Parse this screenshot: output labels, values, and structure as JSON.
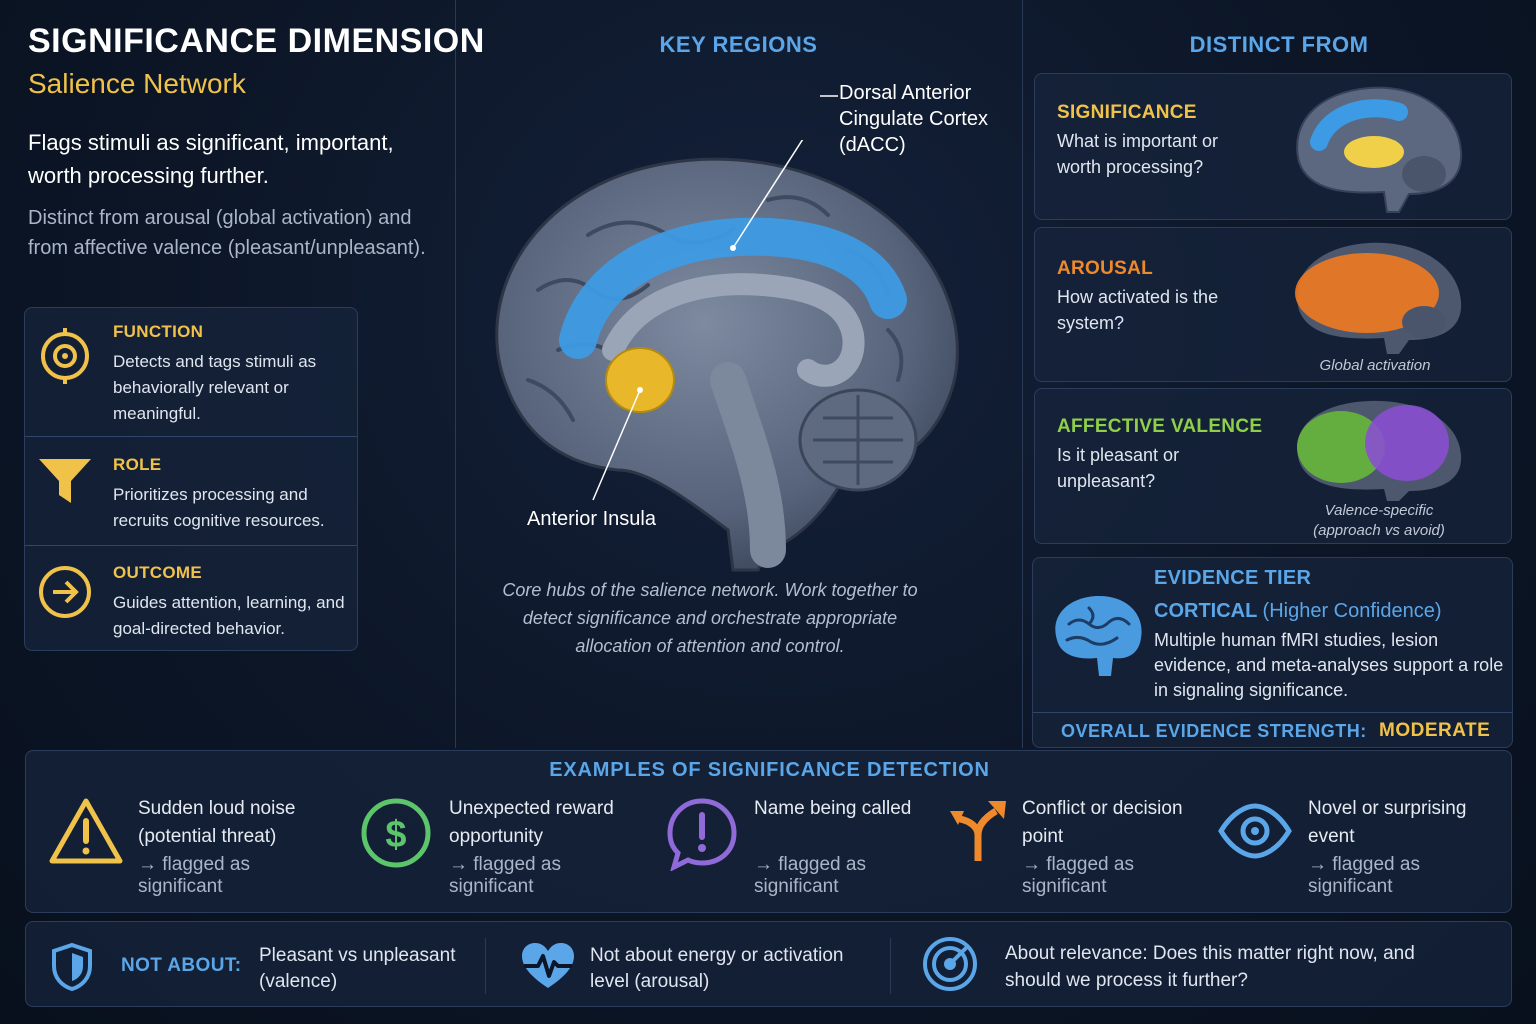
{
  "header": {
    "title": "SIGNIFICANCE DIMENSION",
    "subtitle": "Salience Network",
    "lead": "Flags stimuli as significant, important, worth processing further.",
    "note": "Distinct from arousal (global activation) and from affective valence (pleasant/unpleasant)."
  },
  "cards": [
    {
      "heading": "FUNCTION",
      "text": "Detects and tags stimuli as behaviorally relevant or meaningful.",
      "icon": "target-icon"
    },
    {
      "heading": "ROLE",
      "text": "Prioritizes processing and recruits cognitive resources.",
      "icon": "funnel-icon"
    },
    {
      "heading": "OUTCOME",
      "text": "Guides attention, learning, and goal-directed behavior.",
      "icon": "arrow-right-circle-icon"
    }
  ],
  "key_regions": {
    "heading": "KEY REGIONS",
    "label_dacc": "Dorsal Anterior Cingulate Cortex (dACC)",
    "label_insula": "Anterior Insula",
    "caption": "Core hubs of the salience network. Work together to detect significance and orchestrate appropriate allocation of attention and control.",
    "colors": {
      "dacc": "#3d9be6",
      "insula": "#e8b82a"
    }
  },
  "distinct": {
    "heading": "DISTINCT FROM",
    "items": [
      {
        "heading": "SIGNIFICANCE",
        "text": "What is important or worth processing?",
        "caption": "",
        "color": "#f0c24a"
      },
      {
        "heading": "AROUSAL",
        "text": "How activated is the system?",
        "caption": "Global activation",
        "color": "#ef8a2c"
      },
      {
        "heading": "AFFECTIVE VALENCE",
        "text": "Is it pleasant or unpleasant?",
        "caption": "Valence-specific (approach vs avoid)",
        "color": "#8fcf4a"
      }
    ]
  },
  "evidence": {
    "heading": "EVIDENCE TIER",
    "tier": "CORTICAL",
    "confidence": "(Higher Confidence)",
    "text": "Multiple human fMRI studies, lesion evidence, and meta-analyses support a role in signaling significance.",
    "overall_label": "OVERALL EVIDENCE STRENGTH:",
    "overall_value": "MODERATE"
  },
  "examples": {
    "heading": "EXAMPLES OF SIGNIFICANCE DETECTION",
    "items": [
      {
        "text": "Sudden loud noise (potential threat)",
        "flag": "→ flagged as significant",
        "icon": "warning-icon",
        "color": "#f0c24a"
      },
      {
        "text": "Unexpected reward opportunity",
        "flag": "→ flagged as significant",
        "icon": "dollar-icon",
        "color": "#5cc46a"
      },
      {
        "text": "Name being called",
        "flag": "→ flagged as significant",
        "icon": "exclamation-bubble-icon",
        "color": "#8f6ad8"
      },
      {
        "text": "Conflict or decision point",
        "flag": "→ flagged as significant",
        "icon": "fork-arrow-icon",
        "color": "#ef8a2c"
      },
      {
        "text": "Novel or surprising event",
        "flag": "→ flagged as significant",
        "icon": "eye-icon",
        "color": "#5aa6e8"
      }
    ]
  },
  "footer": {
    "not_about_label": "NOT ABOUT:",
    "item1": "Pleasant vs unpleasant (valence)",
    "item2": "Not about energy or activation level (arousal)",
    "item3": "About relevance: Does this matter right now, and should we process it further?"
  }
}
